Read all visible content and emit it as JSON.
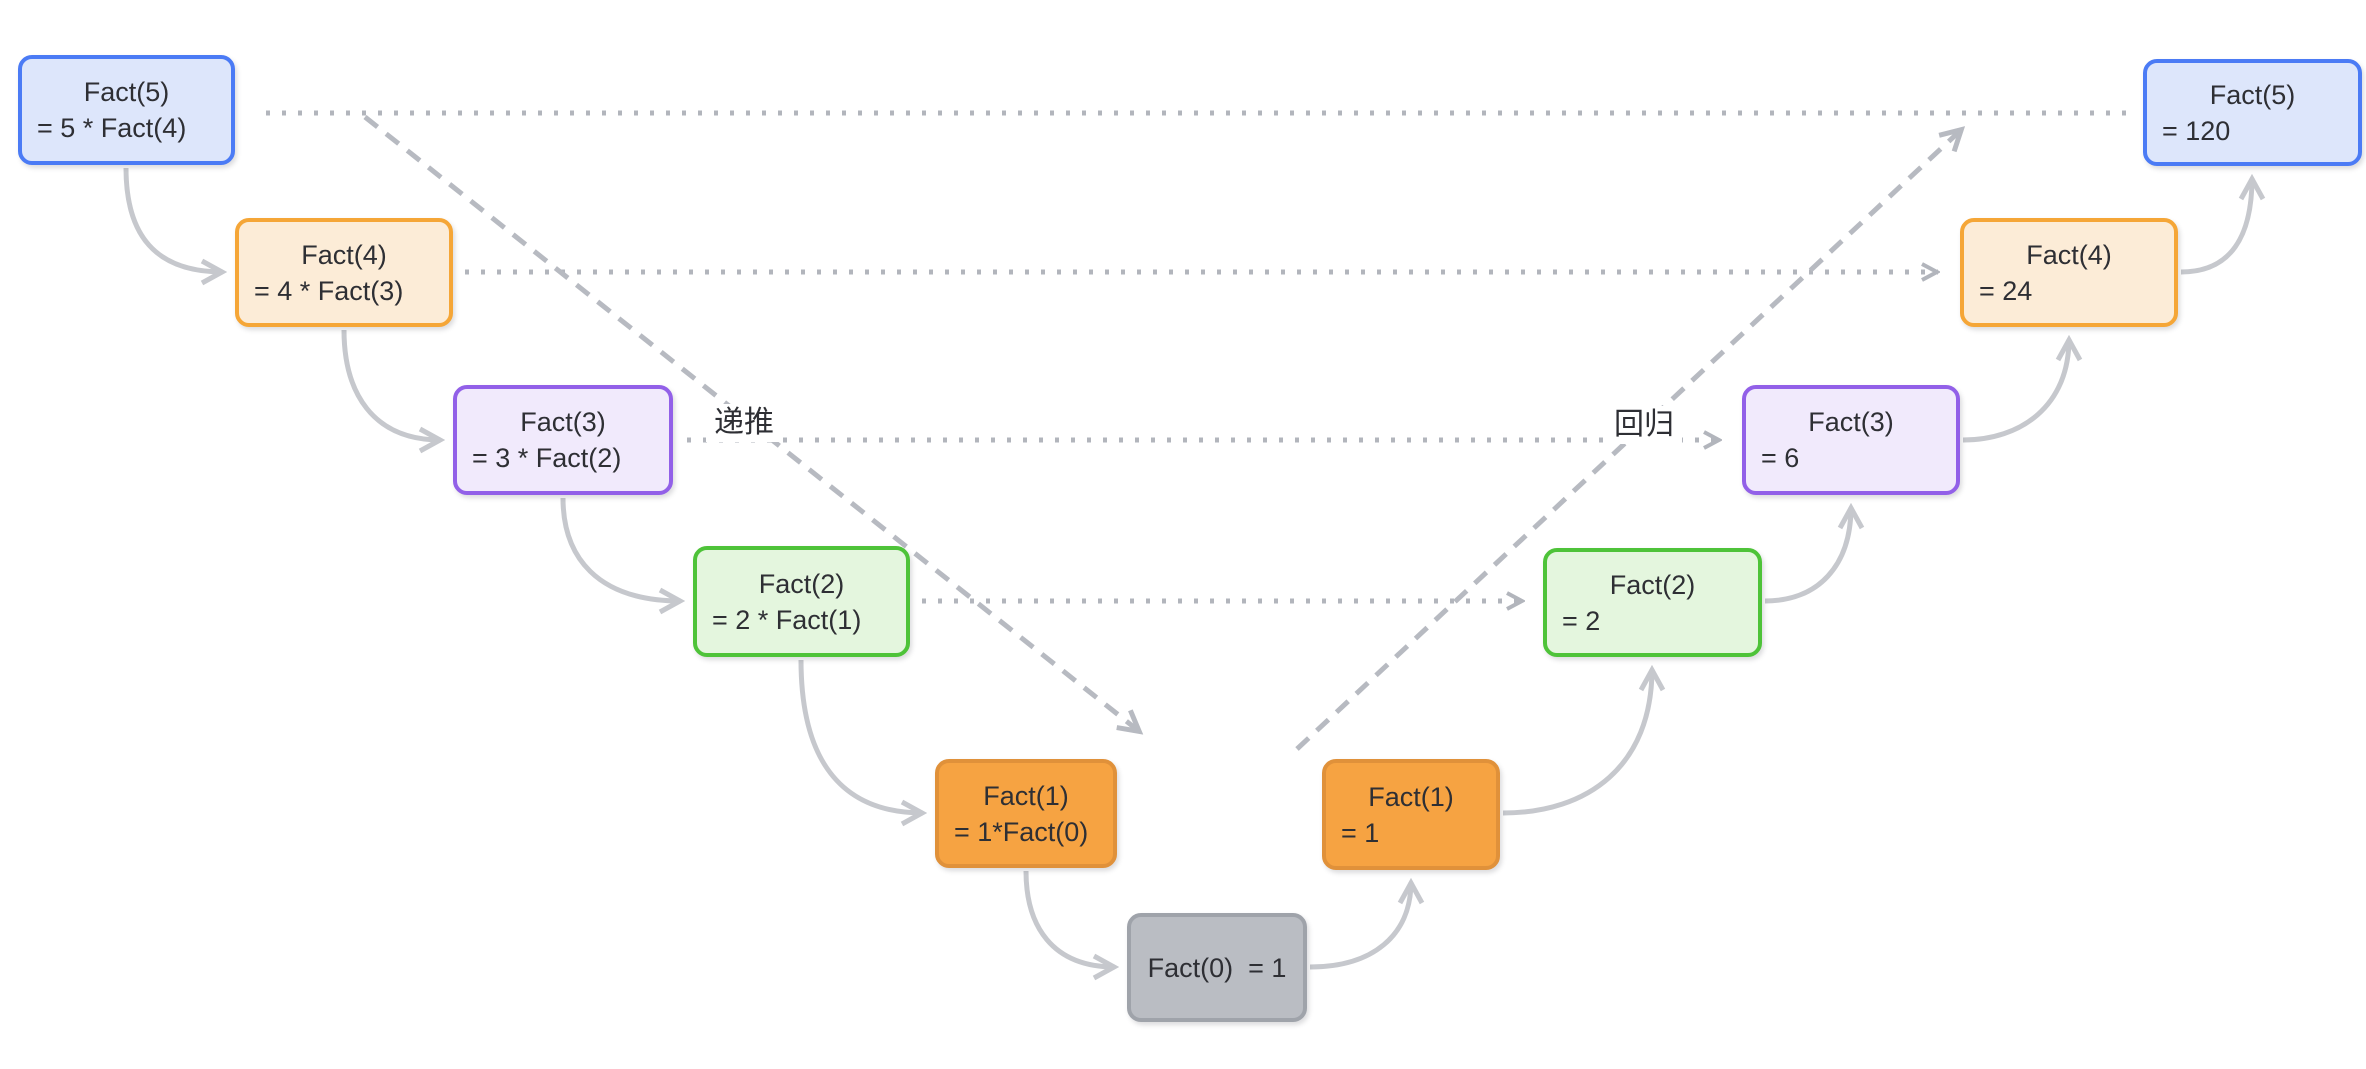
{
  "diagram": {
    "labels": {
      "recurse": "递推",
      "return": "回归"
    },
    "nodes": [
      {
        "id": "fact5-call",
        "line1": "Fact(5)",
        "line2": "= 5 * Fact(4)",
        "color": "blue"
      },
      {
        "id": "fact4-call",
        "line1": "Fact(4)",
        "line2": "= 4 * Fact(3)",
        "color": "peach"
      },
      {
        "id": "fact3-call",
        "line1": "Fact(3)",
        "line2": "= 3 * Fact(2)",
        "color": "purple"
      },
      {
        "id": "fact2-call",
        "line1": "Fact(2)",
        "line2": "= 2 * Fact(1)",
        "color": "green"
      },
      {
        "id": "fact1-call",
        "line1": "Fact(1)",
        "line2": "= 1*Fact(0)",
        "color": "orange"
      },
      {
        "id": "fact0-base",
        "line1": "Fact(0)  = 1",
        "color": "gray"
      },
      {
        "id": "fact1-return",
        "line1": "Fact(1)",
        "line2": "= 1",
        "color": "orange"
      },
      {
        "id": "fact2-return",
        "line1": "Fact(2)",
        "line2": "= 2",
        "color": "green"
      },
      {
        "id": "fact3-return",
        "line1": "Fact(3)",
        "line2": "= 6",
        "color": "purple"
      },
      {
        "id": "fact4-return",
        "line1": "Fact(4)",
        "line2": "= 24",
        "color": "peach"
      },
      {
        "id": "fact5-return",
        "line1": "Fact(5)",
        "line2": "= 120",
        "color": "blue"
      }
    ],
    "palette": {
      "blue_fill": "#dde6fb",
      "blue_border": "#4b7bf5",
      "peach_fill": "#fcecd7",
      "peach_border": "#f5a637",
      "purple_fill": "#f1eafc",
      "purple_border": "#9260e8",
      "green_fill": "#e4f6de",
      "green_border": "#4ec339",
      "orange_fill": "#f6a342",
      "orange_border": "#e0913a",
      "gray_fill": "#babdc3",
      "gray_border": "#9fa3aa",
      "connector": "#c6c8cd",
      "dotted_line": "#b2b5bc",
      "dashed_line": "#b7bac1",
      "text": "#2e2f34",
      "background": "#ffffff"
    }
  }
}
